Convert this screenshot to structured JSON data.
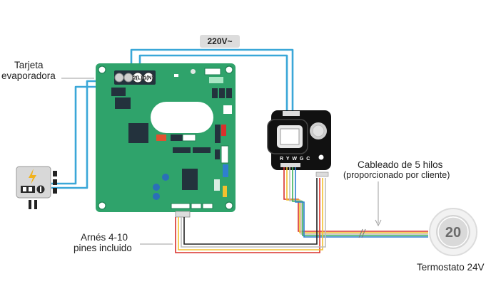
{
  "labels": {
    "board_title_line1": "Tarjeta",
    "board_title_line2": "evaporadora",
    "voltage_badge": "220V~",
    "terminal_l": "2(L)",
    "terminal_n": "1(N)",
    "module_pins": "R Y W G C",
    "wiring_line1": "Cableado de 5 hilos",
    "wiring_line2": "(proporcionado por cliente)",
    "harness_line1": "Arnés 4-10",
    "harness_line2": "pines incluido",
    "thermostat_caption": "Termostato 24V",
    "thermostat_display": "20"
  },
  "colors": {
    "pcb_green": "#2fa36b",
    "pcb_dark": "#23323d",
    "cable_blue": "#3aa7d8",
    "module_black": "#111111",
    "wire_red": "#d9302c",
    "wire_yellow": "#f2c12e",
    "wire_white": "#bdbdbd",
    "wire_green": "#3db35a",
    "wire_blue": "#2f7fd0"
  },
  "icons": [
    "lightning-icon",
    "switch-icon",
    "thermostat-icon",
    "terminal-screw-icon"
  ]
}
